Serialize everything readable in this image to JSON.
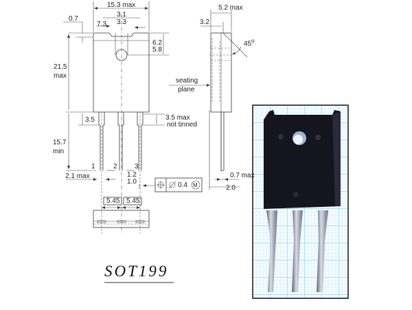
{
  "title": "SOT199",
  "front_view": {
    "width_label": "15.3 max",
    "tab_notch_a": "3.1",
    "tab_notch_b": "3.3",
    "tab_offset": "7.3",
    "top_step": "0.7",
    "hole_pos_a": "6.2",
    "hole_pos_b": "5.8",
    "height_label": "21.5",
    "height_suffix": "max",
    "lead_shoulder": "3.5",
    "not_tinned_a": "3.5 max",
    "not_tinned_b": "not tinned",
    "lead_length": "15.7",
    "lead_length_suffix": "min",
    "lead_width_max": "2.1 max",
    "lead_width_a": "1.2",
    "lead_width_b": "1.0",
    "pins": [
      "1",
      "2",
      "3"
    ],
    "tolerance": {
      "symbol": "position",
      "diameter": "0.4",
      "modifier": "M"
    }
  },
  "side_view": {
    "thickness_label": "5.2 max",
    "tab_thickness": "3.2",
    "angle": "45",
    "angle_unit": "o",
    "seating_a": "seating",
    "seating_b": "plane",
    "lead_thickness": "0.7 max",
    "lead_offset": "2.0"
  },
  "bottom_view": {
    "pitch_a": "5.45",
    "pitch_b": "5.45"
  },
  "photo": {
    "description": "photo of SOT199 transistor on graph paper",
    "grid_color": "#8fd0f0",
    "body_color": "#15151f"
  }
}
